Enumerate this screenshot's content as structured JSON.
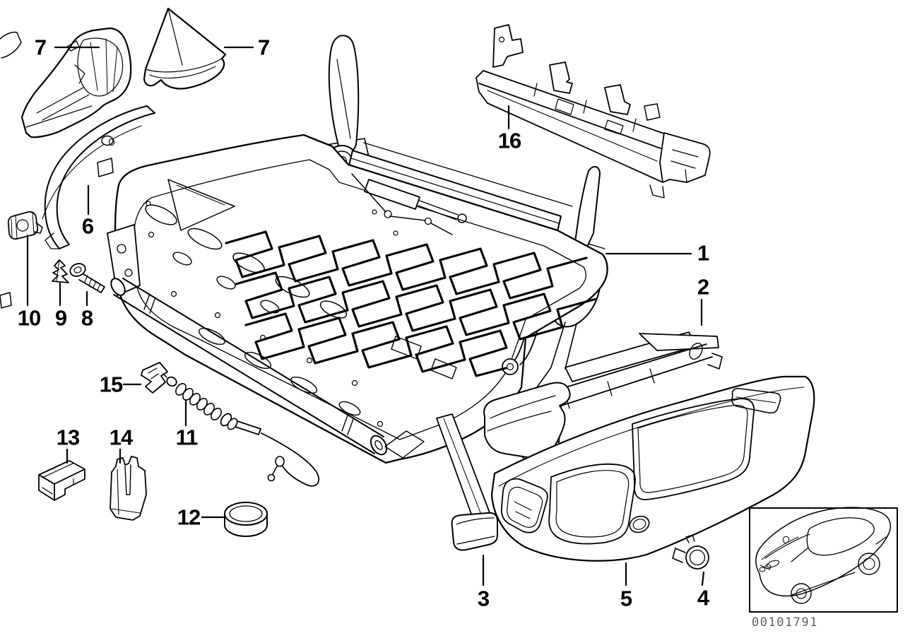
{
  "canvas": {
    "background": "#ffffff",
    "line_color": "#000000",
    "id_text_color": "#5f5f5f"
  },
  "callouts": [
    {
      "key": "1",
      "label": "1"
    },
    {
      "key": "2",
      "label": "2"
    },
    {
      "key": "3",
      "label": "3"
    },
    {
      "key": "4",
      "label": "4"
    },
    {
      "key": "5",
      "label": "5"
    },
    {
      "key": "6",
      "label": "6"
    },
    {
      "key": "7-left",
      "label": "7"
    },
    {
      "key": "7-right",
      "label": "7"
    },
    {
      "key": "8",
      "label": "8"
    },
    {
      "key": "9",
      "label": "9"
    },
    {
      "key": "10",
      "label": "10"
    },
    {
      "key": "11",
      "label": "11"
    },
    {
      "key": "12",
      "label": "12"
    },
    {
      "key": "13",
      "label": "13"
    },
    {
      "key": "14",
      "label": "14"
    },
    {
      "key": "15",
      "label": "15"
    },
    {
      "key": "16",
      "label": "16"
    }
  ],
  "inset": {
    "image_id": "00101791"
  }
}
